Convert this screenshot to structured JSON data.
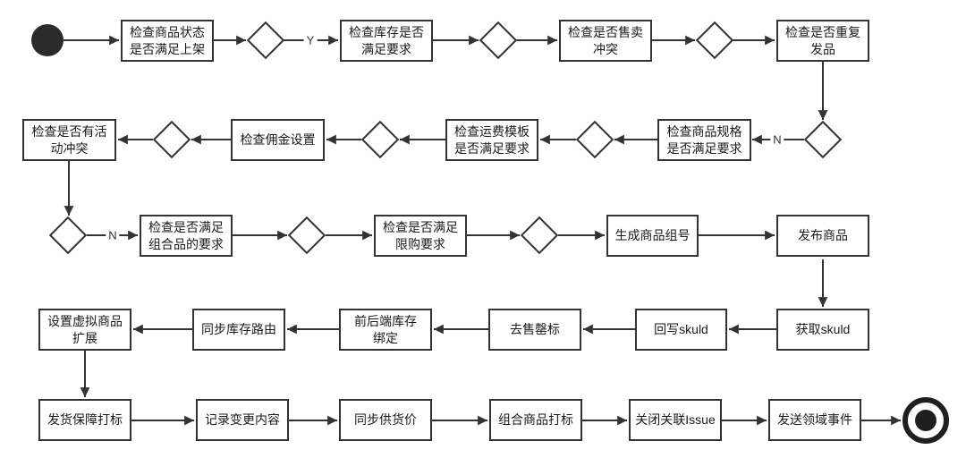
{
  "flow": {
    "nodes": {
      "check_listing_status": {
        "label": "检查商品状态\n是否满足上架"
      },
      "check_inventory": {
        "label": "检查库存是否\n满足要求"
      },
      "check_sale_conflict": {
        "label": "检查是否售卖\n冲突"
      },
      "check_duplicate": {
        "label": "检查是否重复\n发品"
      },
      "check_spec": {
        "label": "检查商品规格\n是否满足要求"
      },
      "check_shipping_template": {
        "label": "检查运费模板\n是否满足要求"
      },
      "check_commission": {
        "label": "检查佣金设置"
      },
      "check_activity_conflict": {
        "label": "检查是否有活\n动冲突"
      },
      "check_bundle": {
        "label": "检查是否满足\n组合品的要求"
      },
      "check_purchase_limit": {
        "label": "检查是否满足\n限购要求"
      },
      "generate_group_id": {
        "label": "生成商品组号"
      },
      "publish_product": {
        "label": "发布商品"
      },
      "get_skuid": {
        "label": "获取skuld"
      },
      "write_back_skuid": {
        "label": "回写skuld"
      },
      "remove_soldout_tag": {
        "label": "去售罄标"
      },
      "inventory_binding": {
        "label": "前后端库存\n绑定"
      },
      "sync_inventory_route": {
        "label": "同步库存路由"
      },
      "set_virtual_extension": {
        "label": "设置虚拟商品\n扩展"
      },
      "shipping_guarantee_tag": {
        "label": "发货保障打标"
      },
      "record_changes": {
        "label": "记录变更内容"
      },
      "sync_supply_price": {
        "label": "同步供货价"
      },
      "bundle_tag": {
        "label": "组合商品打标"
      },
      "close_issue": {
        "label": "关闭关联Issue"
      },
      "send_domain_event": {
        "label": "发送领域事件"
      }
    },
    "edge_labels": {
      "y1": "Y",
      "n1": "N",
      "n2": "N"
    },
    "edges": [
      {
        "from": "start",
        "to": "check_listing_status"
      },
      {
        "from": "check_listing_status",
        "to": "decision_1"
      },
      {
        "from": "decision_1",
        "to": "check_inventory",
        "label": "Y"
      },
      {
        "from": "check_inventory",
        "to": "decision_2"
      },
      {
        "from": "decision_2",
        "to": "check_sale_conflict"
      },
      {
        "from": "check_sale_conflict",
        "to": "decision_3"
      },
      {
        "from": "decision_3",
        "to": "check_duplicate"
      },
      {
        "from": "check_duplicate",
        "to": "decision_4"
      },
      {
        "from": "decision_4",
        "to": "check_spec",
        "label": "N"
      },
      {
        "from": "check_spec",
        "to": "decision_5"
      },
      {
        "from": "decision_5",
        "to": "check_shipping_template"
      },
      {
        "from": "check_shipping_template",
        "to": "decision_6"
      },
      {
        "from": "decision_6",
        "to": "check_commission"
      },
      {
        "from": "check_commission",
        "to": "decision_7"
      },
      {
        "from": "decision_7",
        "to": "check_activity_conflict"
      },
      {
        "from": "check_activity_conflict",
        "to": "decision_8"
      },
      {
        "from": "decision_8",
        "to": "check_bundle",
        "label": "N"
      },
      {
        "from": "check_bundle",
        "to": "decision_9"
      },
      {
        "from": "decision_9",
        "to": "check_purchase_limit"
      },
      {
        "from": "check_purchase_limit",
        "to": "decision_10"
      },
      {
        "from": "decision_10",
        "to": "generate_group_id"
      },
      {
        "from": "generate_group_id",
        "to": "publish_product"
      },
      {
        "from": "publish_product",
        "to": "get_skuid"
      },
      {
        "from": "get_skuid",
        "to": "write_back_skuid"
      },
      {
        "from": "write_back_skuid",
        "to": "remove_soldout_tag"
      },
      {
        "from": "remove_soldout_tag",
        "to": "inventory_binding"
      },
      {
        "from": "inventory_binding",
        "to": "sync_inventory_route"
      },
      {
        "from": "sync_inventory_route",
        "to": "set_virtual_extension"
      },
      {
        "from": "set_virtual_extension",
        "to": "shipping_guarantee_tag"
      },
      {
        "from": "shipping_guarantee_tag",
        "to": "record_changes"
      },
      {
        "from": "record_changes",
        "to": "sync_supply_price"
      },
      {
        "from": "sync_supply_price",
        "to": "bundle_tag"
      },
      {
        "from": "bundle_tag",
        "to": "close_issue"
      },
      {
        "from": "close_issue",
        "to": "send_domain_event"
      },
      {
        "from": "send_domain_event",
        "to": "end"
      }
    ],
    "colors": {
      "line": "#333333",
      "node_border": "#333333",
      "node_fill": "#ffffff",
      "text": "#1a1a1a",
      "background": "#ffffff"
    }
  }
}
